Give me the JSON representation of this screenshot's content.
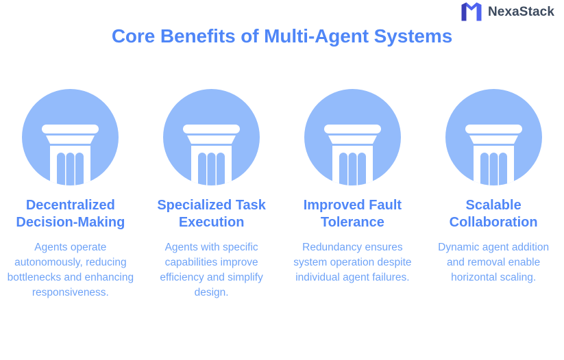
{
  "brand": {
    "name": "NexaStack",
    "mark_icon": "nexastack-arch-logo-icon",
    "mark_color_dark": "#3b3fb8",
    "mark_color_light": "#4f63f0",
    "name_color": "#3c4a5e"
  },
  "header": {
    "title": "Core Benefits of Multi-Agent Systems",
    "title_color": "#4f86f7"
  },
  "theme": {
    "background": "#ffffff",
    "circle_fill": "#93bbfb",
    "icon_fill": "#ffffff",
    "heading_color": "#4f86f7",
    "body_color": "#6fa3f7"
  },
  "cards": [
    {
      "icon": "greek-pillar-icon",
      "heading": "Decentralized Decision-Making",
      "body": "Agents operate autonomously, reducing bottlenecks and enhancing responsiveness."
    },
    {
      "icon": "greek-pillar-icon",
      "heading": "Specialized Task Execution",
      "body": "Agents with specific capabilities improve efficiency and simplify design."
    },
    {
      "icon": "greek-pillar-icon",
      "heading": "Improved Fault Tolerance",
      "body": "Redundancy ensures system operation despite individual agent failures."
    },
    {
      "icon": "greek-pillar-icon",
      "heading": "Scalable Collaboration",
      "body": "Dynamic agent addition and removal enable horizontal scaling."
    }
  ]
}
